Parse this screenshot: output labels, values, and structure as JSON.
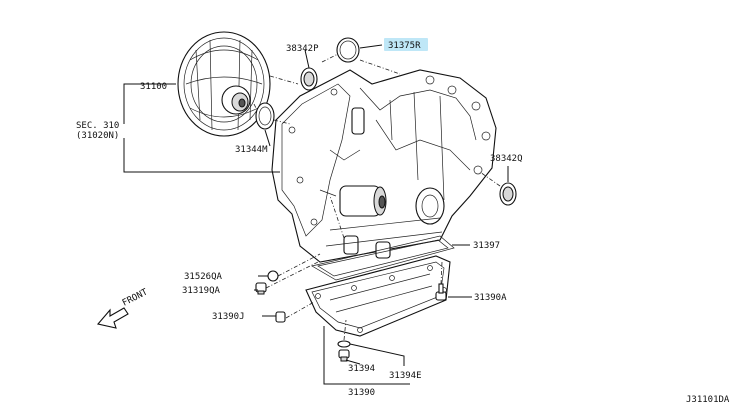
{
  "diagram": {
    "diagram_id": "J31101DA",
    "direction": "FRONT",
    "sec_ref": [
      "SEC. 310",
      "(31020N)"
    ],
    "parts": {
      "torque_converter": "31100",
      "oil_seal_left": "38342P",
      "o_ring_top": "31375R",
      "o_ring_converter": "31344M",
      "oil_seal_right": "38342Q",
      "oil_pan_gasket": "31397",
      "plug": "31526QA",
      "gasket_plug": "31319QA",
      "bolt_pan": "31390A",
      "bolt_j": "31390J",
      "drain_plug": "31394",
      "drain_gasket": "31394E",
      "oil_pan": "31390"
    },
    "highlight_color": "#bfe7f7",
    "highlighted_part": "o_ring_top"
  }
}
